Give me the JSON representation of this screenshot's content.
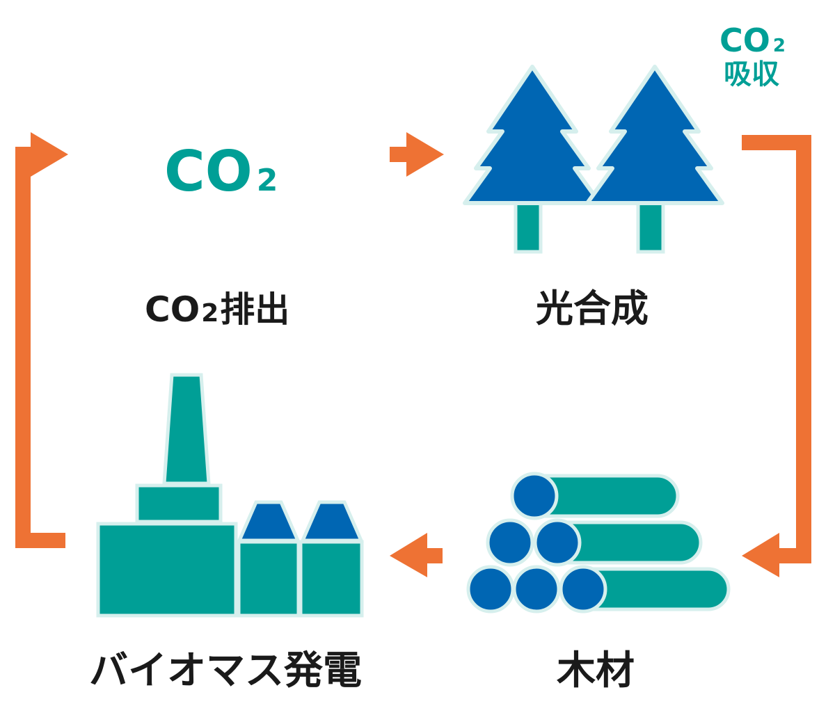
{
  "colors": {
    "orange": "#ee7234",
    "teal": "#009f96",
    "blue": "#0066b3",
    "outline": "#d6efed",
    "text": "#1a1a1a"
  },
  "labels": {
    "co2_main": "CO",
    "co2_main_sub": "2",
    "co2_absorb": "CO",
    "co2_absorb_sub": "2",
    "absorb": "吸収",
    "emission_prefix": "CO",
    "emission_sub": "2",
    "emission_suffix": "排出",
    "photosynthesis": "光合成",
    "biomass": "バイオマス発電",
    "timber": "木材"
  },
  "icons": {
    "trees": "tree-icon",
    "logs": "log-pile-icon",
    "factory": "factory-icon",
    "arrows": "arrow-icon"
  }
}
